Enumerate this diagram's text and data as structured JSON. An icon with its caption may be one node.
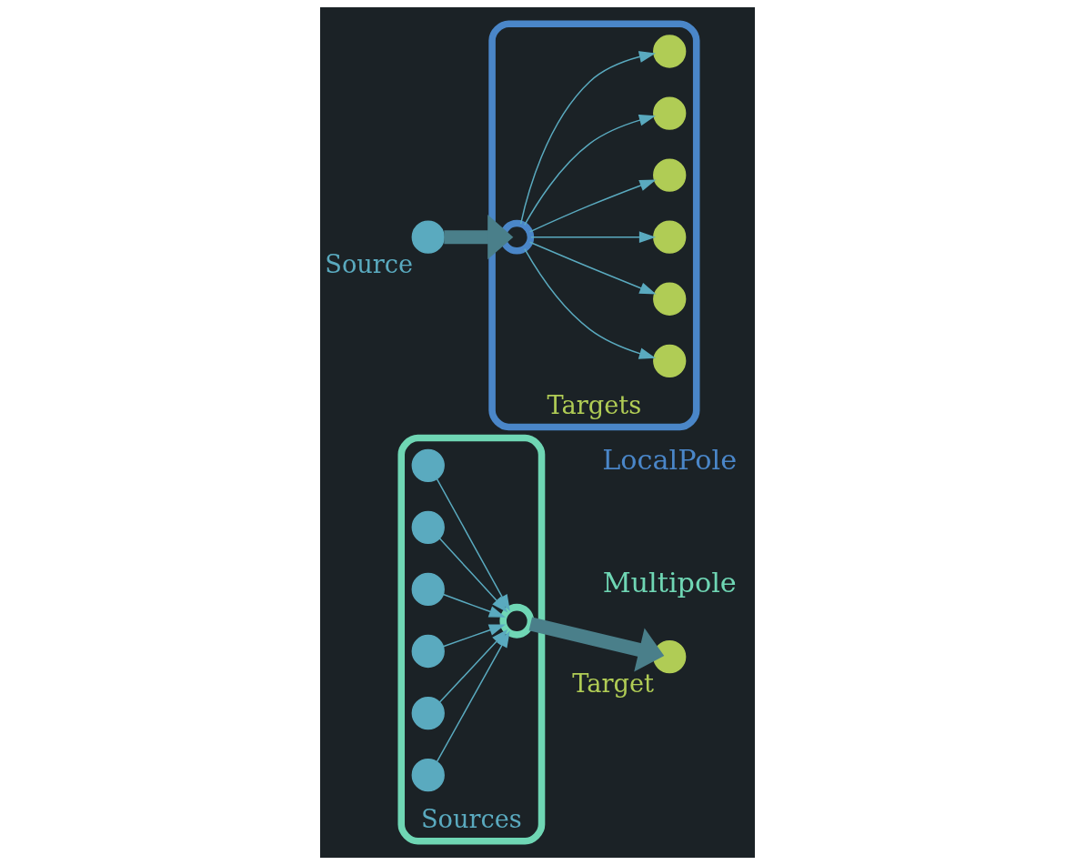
{
  "diagram": {
    "nodes": [
      {
        "text": [
          "Sources"
        ],
        "beside": [
          "Multipole"
        ]
      },
      {
        "text": [],
        "shape": "circle",
        "in": 0
      },
      {
        "text": [],
        "shape": "circle",
        "in": 0
      },
      {
        "text": [],
        "shape": "circle",
        "in": 0
      },
      {
        "text": [],
        "shape": "circle",
        "in": 0
      },
      {
        "text": [],
        "shape": "circle",
        "in": 0
      },
      {
        "text": [],
        "shape": "circle",
        "in": 0
      },
      {
        "text": [],
        "shape": "circle",
        "in": 0
      },
      {
        "text": [],
        "shape": "circle",
        "beside": [
          "Target"
        ]
      },
      {
        "text": [
          "Targets"
        ],
        "beside": [
          "LocalPole"
        ]
      },
      {
        "text": [],
        "shape": "circle",
        "beside": [
          "Source"
        ]
      },
      {
        "text": [],
        "shape": "circle",
        "in": 9
      },
      {
        "text": [],
        "shape": "circle",
        "in": 9
      },
      {
        "text": [],
        "shape": "circle",
        "in": 9
      },
      {
        "text": [],
        "shape": "circle",
        "in": 9
      },
      {
        "text": [],
        "shape": "circle",
        "in": 9
      },
      {
        "text": [],
        "shape": "circle",
        "in": 9
      },
      {
        "text": [],
        "shape": "circle",
        "in": 9
      }
    ],
    "edges": [
      {
        "from": 2,
        "to": 1,
        "arrow": "to"
      },
      {
        "from": 3,
        "to": 1,
        "arrow": "to"
      },
      {
        "from": 4,
        "to": 1,
        "arrow": "to"
      },
      {
        "from": 5,
        "to": 1,
        "arrow": "to"
      },
      {
        "from": 6,
        "to": 1,
        "arrow": "to"
      },
      {
        "from": 7,
        "to": 1,
        "arrow": "to"
      },
      {
        "from": 1,
        "to": 8,
        "arrow": "to",
        "style": "thick",
        "color": "#4a7f8a"
      },
      {
        "from": 10,
        "to": 11,
        "arrow": "to",
        "style": "thick",
        "color": "#4a7f8a"
      },
      {
        "from": 11,
        "to": 12,
        "arrow": "to"
      },
      {
        "from": 11,
        "to": 13,
        "arrow": "to"
      },
      {
        "from": 11,
        "to": 14,
        "arrow": "to"
      },
      {
        "from": 11,
        "to": 15,
        "arrow": "to"
      },
      {
        "from": 11,
        "to": 16,
        "arrow": "to"
      },
      {
        "from": 11,
        "to": 17,
        "arrow": "to"
      }
    ]
  }
}
